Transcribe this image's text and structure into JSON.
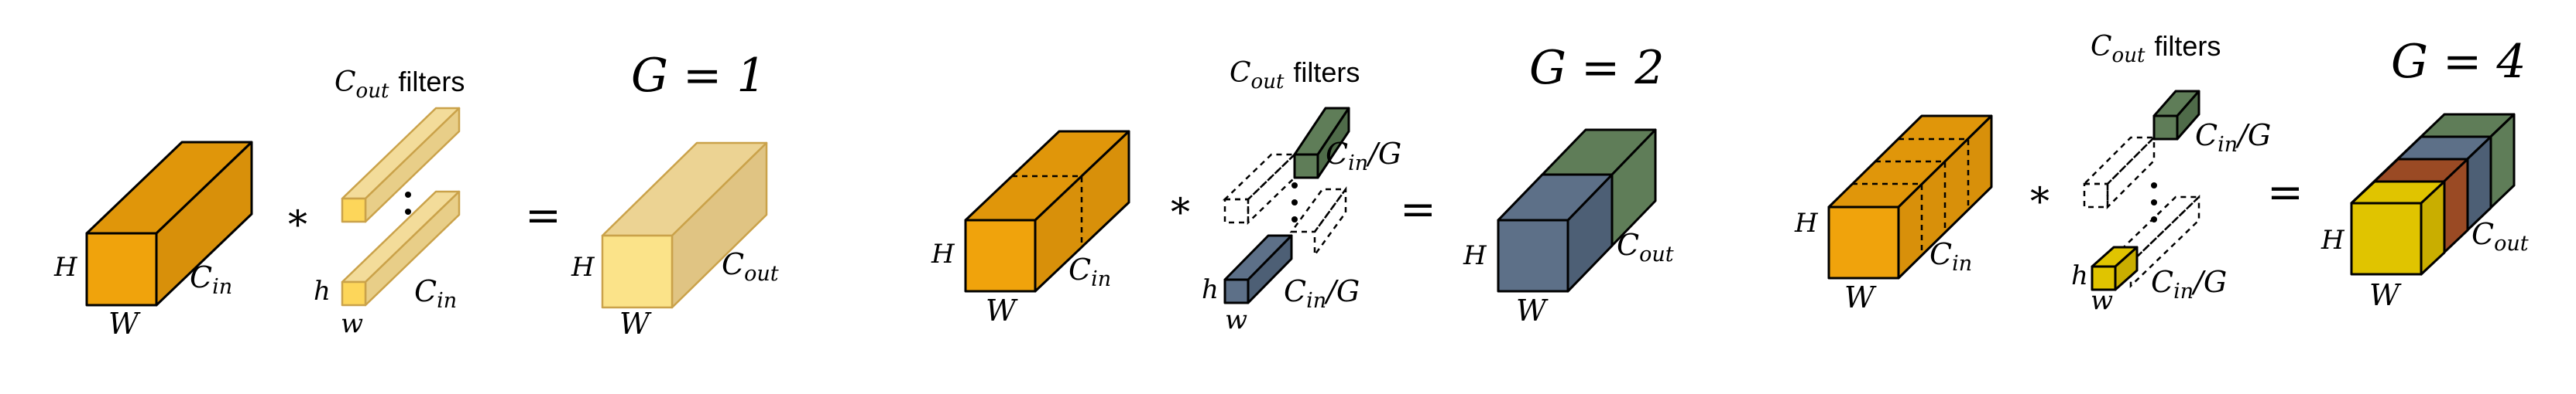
{
  "colors": {
    "input_front": "#f0a30c",
    "input_top": "#e0960a",
    "input_side": "#d8900a",
    "filter_light": "#fce9a8",
    "filter_light_side": "#e8ce88",
    "filter_light_top": "#f3dc9a",
    "filter_small_front": "#fdd65a",
    "output_g1_front": "#fbe389",
    "output_g1_top": "#ecd393",
    "output_g1_side": "#e0c483",
    "green": "#5f7d58",
    "green_dark": "#4f6b49",
    "slate": "#5d7088",
    "slate_dark": "#4d5f75",
    "rust": "#9a4a24",
    "yellow": "#e0c400",
    "yellow_side": "#c9ae00",
    "hatched_gray": "#d8d8d8"
  },
  "panels": [
    {
      "group_label": "G = 1",
      "filters_caption": "filters",
      "input": {
        "H": "H",
        "W": "W",
        "C": "C",
        "C_sub": "in"
      },
      "operator": "*",
      "equals": "=",
      "filter": {
        "h": "h",
        "w": "w",
        "C": "C",
        "C_sub": "in"
      },
      "output": {
        "H": "H",
        "W": "W",
        "C": "C",
        "C_sub": "out"
      }
    },
    {
      "group_label": "G = 2",
      "filters_caption": "filters",
      "input": {
        "H": "H",
        "W": "W",
        "C": "C",
        "C_sub": "in"
      },
      "operator": "*",
      "equals": "=",
      "filter": {
        "h": "h",
        "w": "w",
        "C": "C",
        "C_sub": "in",
        "div": "/G"
      },
      "filter_top": {
        "C": "C",
        "C_sub": "in",
        "div": "/G"
      },
      "output": {
        "H": "H",
        "W": "W",
        "C": "C",
        "C_sub": "out"
      }
    },
    {
      "group_label": "G = 4",
      "filters_caption": "filters",
      "input": {
        "H": "H",
        "W": "W",
        "C": "C",
        "C_sub": "in"
      },
      "operator": "*",
      "equals": "=",
      "filter": {
        "h": "h",
        "w": "w",
        "C": "C",
        "C_sub": "in",
        "div": "/G"
      },
      "filter_top": {
        "C": "C",
        "C_sub": "in",
        "div": "/G"
      },
      "output": {
        "H": "H",
        "W": "W",
        "C": "C",
        "C_sub": "out"
      }
    }
  ],
  "cout_label": {
    "C": "C",
    "sub": "out"
  }
}
